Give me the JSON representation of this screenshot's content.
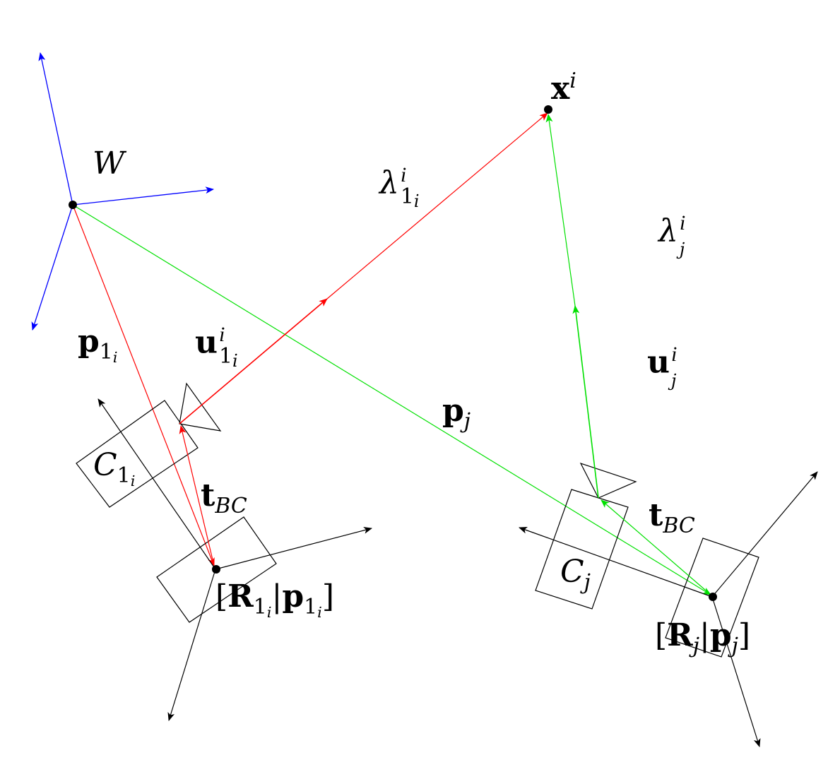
{
  "labels": {
    "world": "W",
    "point": {
      "base": "x",
      "sup": "i"
    },
    "lambda1": {
      "base": "λ",
      "sup": "i",
      "sub": "1",
      "subsub": "i"
    },
    "lambdaj": {
      "base": "λ",
      "sup": "i",
      "sub": "j"
    },
    "p1": {
      "base": "p",
      "sub": "1",
      "subsub": "i"
    },
    "u1": {
      "base": "u",
      "sup": "i",
      "sub": "1",
      "subsub": "i"
    },
    "uj": {
      "base": "u",
      "sup": "i",
      "sub": "j"
    },
    "pj": {
      "base": "p",
      "sub": "j"
    },
    "c1": {
      "base": "C",
      "sub": "1",
      "subsub": "i"
    },
    "cj": {
      "base": "C",
      "sub": "j"
    },
    "tbc_left": {
      "base": "t",
      "sub": "BC"
    },
    "tbc_right": {
      "base": "t",
      "sub": "BC"
    },
    "pose1": {
      "open": "[",
      "r": "R",
      "rsub": "1",
      "rsubsub": "i",
      "bar": "|",
      "p": "p",
      "psub": "1",
      "psubsub": "i",
      "close": "]"
    },
    "posej": {
      "open": "[",
      "r": "R",
      "rsub": "j",
      "bar": "|",
      "p": "p",
      "psub": "j",
      "close": "]"
    }
  },
  "colors": {
    "world_axes": "#0000ff",
    "camera1_ray": "#ff0000",
    "cameraj_ray": "#00e000",
    "frame": "#000000"
  }
}
